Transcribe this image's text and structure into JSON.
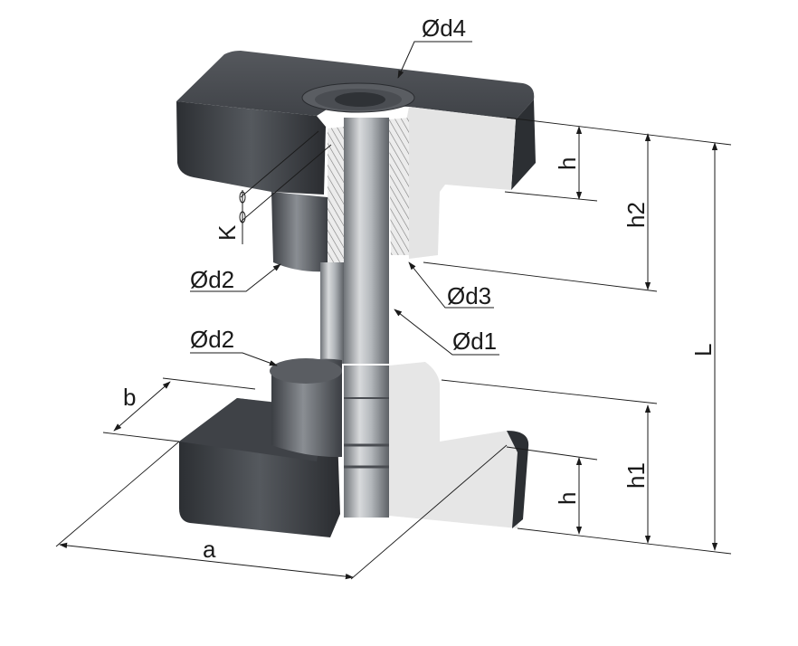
{
  "labels": {
    "d4": "Ød4",
    "d2_top": "Ød2",
    "d3": "Ød3",
    "d1": "Ød1",
    "d2_bottom": "Ød2",
    "k": "K",
    "h_top": "h",
    "h2": "h2",
    "l": "L",
    "b": "b",
    "h1": "h1",
    "h_bottom": "h",
    "a": "a"
  },
  "colors": {
    "dark_body": "#3a3d42",
    "darker_body": "#2a2c30",
    "cut_face": "#e6e6e6",
    "pin": "#9ea3a8",
    "ink": "#1a1a1a"
  }
}
